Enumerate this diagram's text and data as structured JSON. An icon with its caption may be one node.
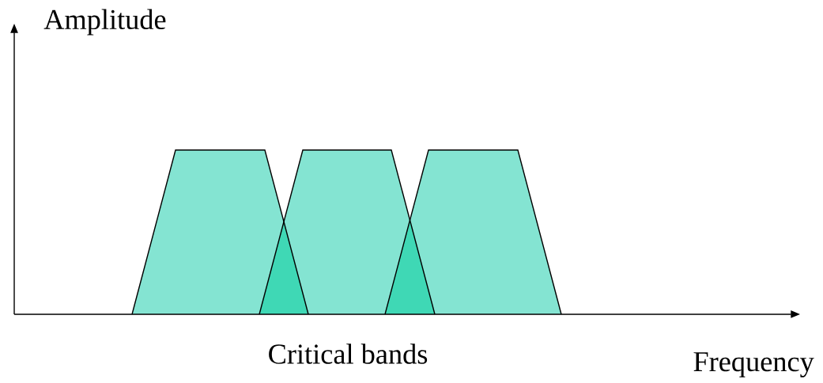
{
  "diagram": {
    "labels": [
      "Amplitude",
      "Critical bands",
      "Frequency"
    ]
  }
}
